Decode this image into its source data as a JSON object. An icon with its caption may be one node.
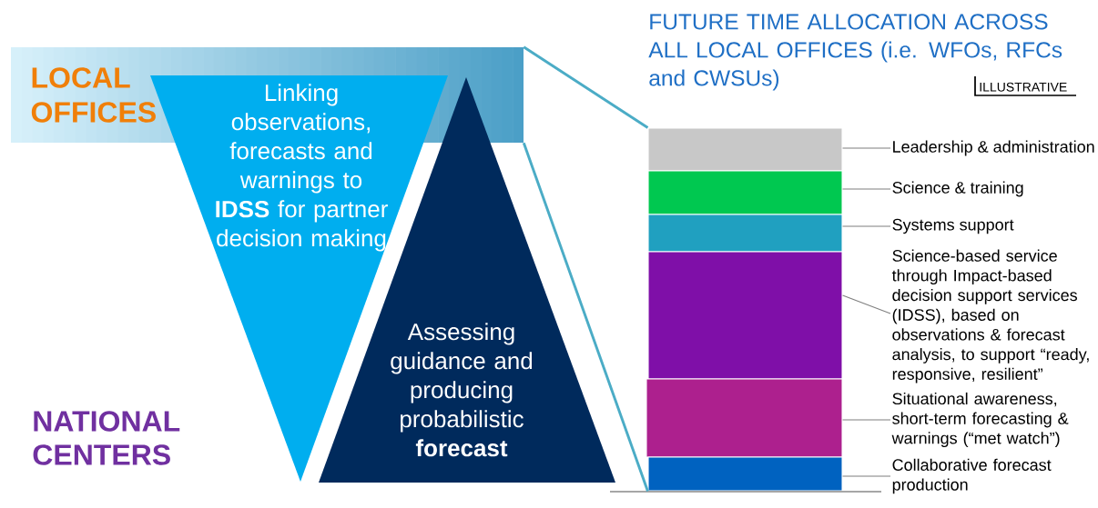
{
  "diagram": {
    "title": "FUTURE TIME ALLOCATION ACROSS ALL LOCAL OFFICES (i.e. WFOs, RFCs and CWSUs)",
    "nodes": [
      {
        "text": [
          "LOCAL OFFICES"
        ]
      },
      {
        "text": [
          "Linking observations, forecasts and warnings to **IDSS** for partner decision making"
        ]
      },
      {
        "text": [
          "Assessing guidance and producing probabilistic **forecast**"
        ]
      },
      {
        "text": [],
        "shape": "bar"
      },
      {
        "text": [],
        "shape": "bar"
      },
      {
        "text": [],
        "shape": "bar"
      },
      {
        "text": [],
        "shape": "bar"
      },
      {
        "text": [],
        "shape": "bar"
      },
      {
        "text": [],
        "shape": "bar"
      },
      {
        "text": [
          "Leadership & administration"
        ]
      },
      {
        "text": [
          "Science & training"
        ]
      },
      {
        "text": [
          "Systems support"
        ]
      },
      {
        "text": [
          "Science-based service through Impact-based decision support services (IDSS), based on observations & forecast analysis, to support “ready, responsive, resilient”"
        ]
      },
      {
        "text": [
          "Situational awareness, short-term forecasting & warnings (“met watch”)"
        ]
      },
      {
        "text": [
          "Collaborative forecast production"
        ]
      }
    ],
    "edges": [
      {
        "from": 0,
        "to": 3,
        "arrow": "none",
        "style": "thick",
        "color": "#4bacc6"
      },
      {
        "from": 0,
        "to": 8,
        "arrow": "none",
        "style": "thick",
        "color": "#4bacc6"
      },
      {
        "from": 9,
        "to": 3,
        "arrow": "none"
      },
      {
        "from": 10,
        "to": 4,
        "arrow": "none"
      },
      {
        "from": 11,
        "to": 5,
        "arrow": "none"
      },
      {
        "from": 12,
        "to": 6,
        "arrow": "none"
      },
      {
        "from": 13,
        "to": 7,
        "arrow": "none"
      },
      {
        "from": 14,
        "to": 8,
        "arrow": "none"
      }
    ],
    "labels": [
      "ILLUSTRATIVE",
      "NATIONAL CENTERS"
    ]
  }
}
